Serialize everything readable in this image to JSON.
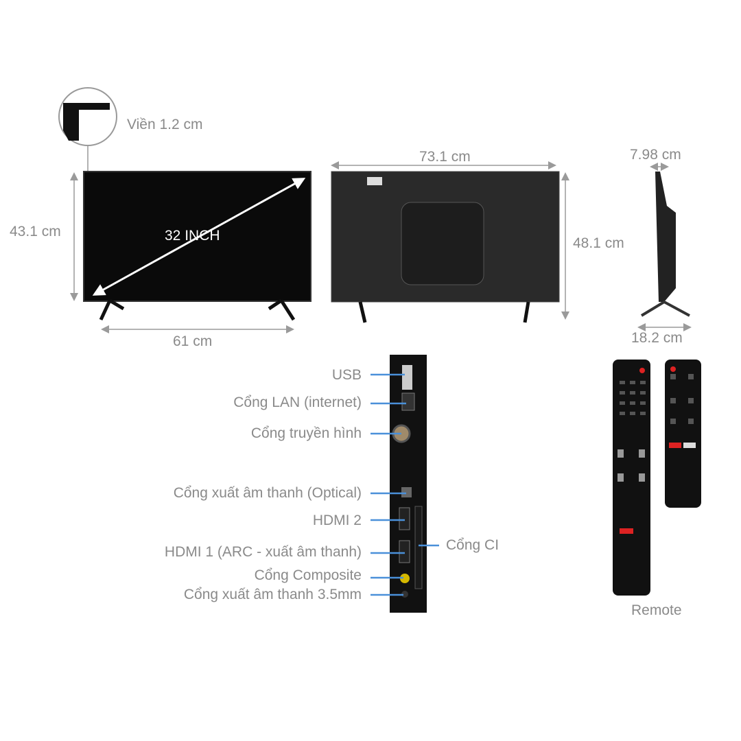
{
  "dimensions": {
    "bezel": "Viền 1.2 cm",
    "screen_size": "32 INCH",
    "front_height": "43.1 cm",
    "front_width": "61 cm",
    "back_width": "73.1 cm",
    "back_height": "48.1 cm",
    "depth": "7.98 cm",
    "stand_depth": "18.2 cm"
  },
  "ports": [
    "USB",
    "Cổng LAN (internet)",
    "Cổng truyền hình",
    "Cổng xuất âm thanh (Optical)",
    "HDMI 2",
    "HDMI 1 (ARC - xuất âm thanh)",
    "Cổng Composite",
    "Cổng xuất âm thanh 3.5mm"
  ],
  "ci_port": "Cổng CI",
  "remote_label": "Remote",
  "colors": {
    "label": "#8a8a8a",
    "leader": "#4a90d9",
    "arrow": "#9a9a9a",
    "tv": "#0a0a0a"
  }
}
